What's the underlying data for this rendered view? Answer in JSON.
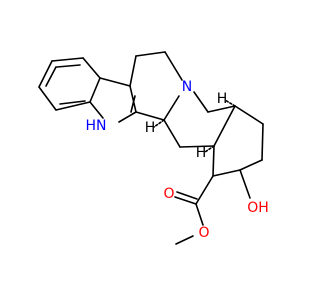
{
  "molecule": {
    "atoms": {
      "nh": {
        "text": "HN",
        "color": "#0000ff"
      },
      "n_amine": {
        "text": "N",
        "color": "#0000ff"
      },
      "o_carbonyl": {
        "text": "O",
        "color": "#ff0000"
      },
      "o_ester": {
        "text": "O",
        "color": "#ff0000"
      },
      "oh": {
        "text": "OH",
        "color": "#ff0000"
      }
    },
    "stereo_h": [
      {
        "text": "H",
        "color": "#000000"
      },
      {
        "text": "H",
        "color": "#000000"
      },
      {
        "text": "H",
        "color": "#000000"
      }
    ]
  }
}
